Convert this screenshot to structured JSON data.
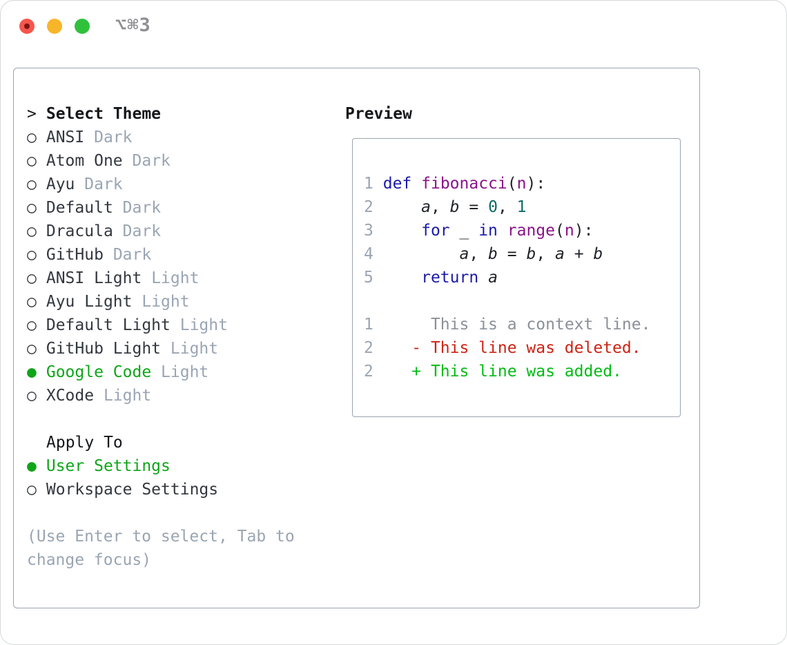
{
  "window": {
    "shortcut_label": "⌥⌘3"
  },
  "colors": {
    "accent_selected": "#0fa519",
    "keyword": "#1b1ba8",
    "function": "#8a128a",
    "literal": "#0e6968",
    "code_plain": "#1f2328",
    "muted": "#9aa5b3",
    "context": "#8b9099",
    "deleted": "#cc2414",
    "added": "#00bc12",
    "panel_border": "#9aa3ad",
    "item_text": "#33383f",
    "header_text": "#15171a",
    "shortcut_gray": "#909094",
    "traffic_red": "#f5554d",
    "traffic_yellow": "#f7b62a",
    "traffic_green": "#30c13c",
    "traffic_dot": "#7a1410"
  },
  "glyphs": {
    "bullet_selected": "●",
    "bullet_unselected": "○"
  },
  "theme_list": {
    "header_prefix": ">",
    "header": "Select Theme",
    "items": [
      {
        "name": "ANSI",
        "variant": "Dark",
        "selected": false
      },
      {
        "name": "Atom One",
        "variant": "Dark",
        "selected": false
      },
      {
        "name": "Ayu",
        "variant": "Dark",
        "selected": false
      },
      {
        "name": "Default",
        "variant": "Dark",
        "selected": false
      },
      {
        "name": "Dracula",
        "variant": "Dark",
        "selected": false
      },
      {
        "name": "GitHub",
        "variant": "Dark",
        "selected": false
      },
      {
        "name": "ANSI Light",
        "variant": "Light",
        "selected": false
      },
      {
        "name": "Ayu Light",
        "variant": "Light",
        "selected": false
      },
      {
        "name": "Default Light",
        "variant": "Light",
        "selected": false
      },
      {
        "name": "GitHub Light",
        "variant": "Light",
        "selected": false
      },
      {
        "name": "Google Code",
        "variant": "Light",
        "selected": true
      },
      {
        "name": "XCode",
        "variant": "Light",
        "selected": false
      }
    ]
  },
  "apply_to": {
    "header": "Apply To",
    "options": [
      {
        "label": "User Settings",
        "selected": true
      },
      {
        "label": "Workspace Settings",
        "selected": false
      }
    ]
  },
  "help": {
    "line1": "(Use Enter to select, Tab to",
    "line2": "change focus)"
  },
  "preview": {
    "title": "Preview",
    "lines": [
      {
        "tokens": [
          [
            "1",
            "num"
          ],
          [
            " ",
            "pl"
          ],
          [
            "def",
            "kw"
          ],
          [
            " ",
            "pl"
          ],
          [
            "fibonacci",
            "fn"
          ],
          [
            "(",
            "pl"
          ],
          [
            "n",
            "fn"
          ],
          [
            "):",
            "pl"
          ]
        ]
      },
      {
        "tokens": [
          [
            "2",
            "num"
          ],
          [
            "     ",
            "pl"
          ],
          [
            "a",
            "var"
          ],
          [
            ", ",
            "pl"
          ],
          [
            "b",
            "var"
          ],
          [
            " = ",
            "pl"
          ],
          [
            "0",
            "lit"
          ],
          [
            ", ",
            "pl"
          ],
          [
            "1",
            "lit"
          ]
        ]
      },
      {
        "tokens": [
          [
            "3",
            "num"
          ],
          [
            "     ",
            "pl"
          ],
          [
            "for",
            "kw"
          ],
          [
            " _ ",
            "pl"
          ],
          [
            "in",
            "kw"
          ],
          [
            " ",
            "pl"
          ],
          [
            "range",
            "fn"
          ],
          [
            "(",
            "pl"
          ],
          [
            "n",
            "fn"
          ],
          [
            "):",
            "pl"
          ]
        ]
      },
      {
        "tokens": [
          [
            "4",
            "num"
          ],
          [
            "         ",
            "pl"
          ],
          [
            "a",
            "var"
          ],
          [
            ", ",
            "pl"
          ],
          [
            "b",
            "var"
          ],
          [
            " = ",
            "pl"
          ],
          [
            "b",
            "var"
          ],
          [
            ", ",
            "pl"
          ],
          [
            "a",
            "var"
          ],
          [
            " + ",
            "pl"
          ],
          [
            "b",
            "var"
          ]
        ]
      },
      {
        "tokens": [
          [
            "5",
            "num"
          ],
          [
            "     ",
            "pl"
          ],
          [
            "return",
            "kw"
          ],
          [
            " ",
            "pl"
          ],
          [
            "a",
            "var"
          ]
        ]
      },
      {
        "tokens": []
      },
      {
        "tokens": [
          [
            "1",
            "num"
          ],
          [
            "      ",
            "pl"
          ],
          [
            "This is a context line.",
            "ctx"
          ]
        ]
      },
      {
        "tokens": [
          [
            "2",
            "num"
          ],
          [
            "    ",
            "pl"
          ],
          [
            "- This line was deleted.",
            "del"
          ]
        ]
      },
      {
        "tokens": [
          [
            "2",
            "num"
          ],
          [
            "    ",
            "pl"
          ],
          [
            "+ This line was added.",
            "add"
          ]
        ]
      }
    ]
  }
}
